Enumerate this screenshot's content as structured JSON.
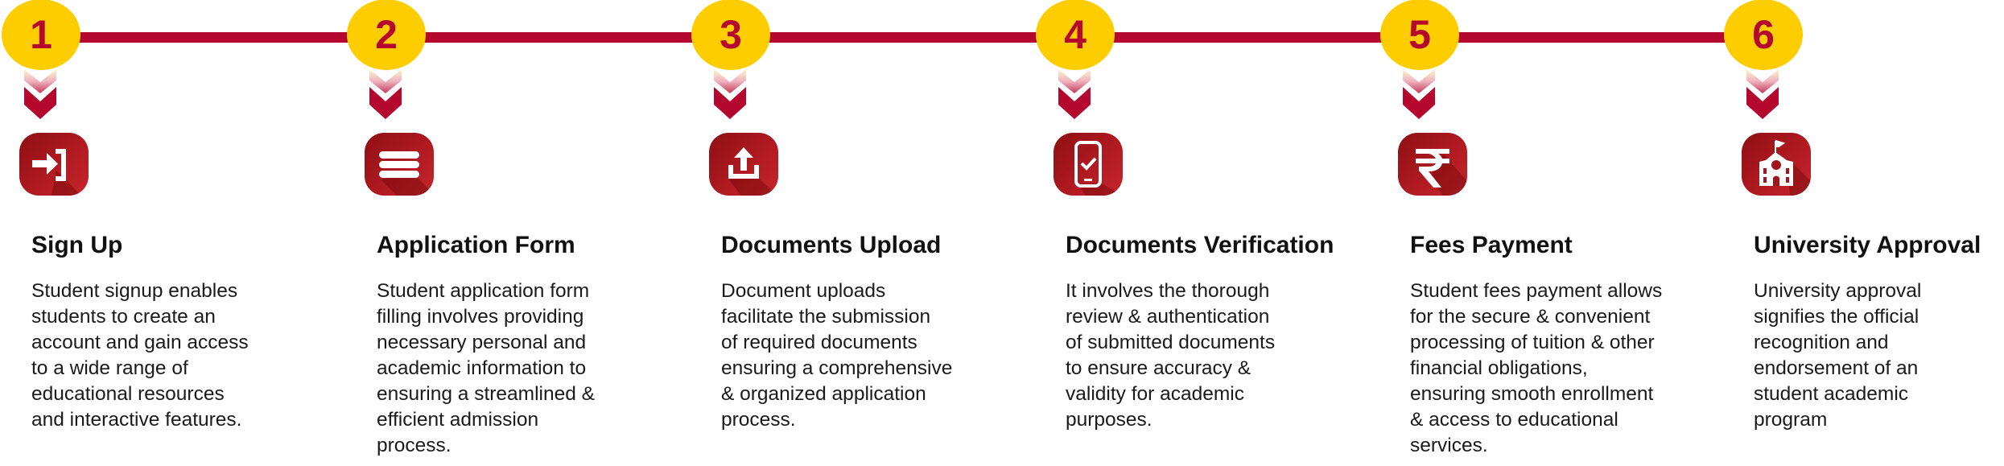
{
  "colors": {
    "accent": "#b5082f",
    "badge": "#fecd00"
  },
  "steps": [
    {
      "number": "1",
      "icon": "sign-in-icon",
      "title": "Sign Up",
      "lines": [
        "Student signup enables",
        "students to create an",
        "account and gain access",
        "to a wide range of",
        "educational resources",
        "and interactive features."
      ]
    },
    {
      "number": "2",
      "icon": "form-lines-icon",
      "title": "Application Form",
      "lines": [
        "Student application form",
        "filling involves providing",
        "necessary personal and",
        "academic information to",
        "ensuring a streamlined &",
        "efficient admission",
        "process."
      ]
    },
    {
      "number": "3",
      "icon": "upload-icon",
      "title": "Documents Upload",
      "lines": [
        "Document uploads",
        "facilitate the submission",
        "of required documents",
        "ensuring a comprehensive",
        "& organized application",
        "process."
      ]
    },
    {
      "number": "4",
      "icon": "phone-check-icon",
      "title": "Documents Verification",
      "lines": [
        "It involves the thorough",
        "review & authentication",
        "of submitted documents",
        "to ensure accuracy &",
        "validity for academic",
        "purposes."
      ]
    },
    {
      "number": "5",
      "icon": "rupee-icon",
      "title": "Fees Payment",
      "lines": [
        "Student fees payment allows",
        "for the secure & convenient",
        "processing of tuition & other",
        "financial obligations,",
        "ensuring smooth enrollment",
        "& access to educational",
        "services."
      ]
    },
    {
      "number": "6",
      "icon": "university-building-icon",
      "title": "University Approval",
      "lines": [
        "University approval",
        "signifies the official",
        "recognition and",
        "endorsement of an",
        "student academic",
        "program"
      ]
    }
  ]
}
